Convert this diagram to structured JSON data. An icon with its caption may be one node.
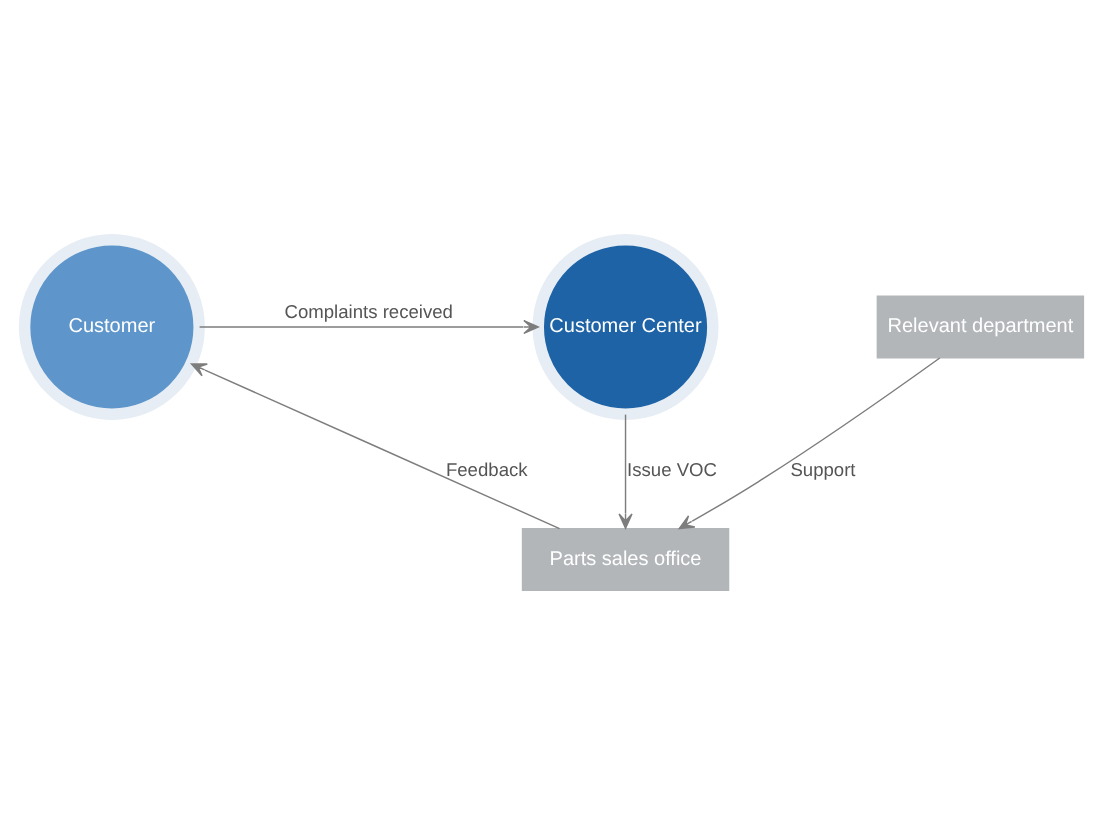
{
  "diagram": {
    "nodes": [
      {
        "text": [
          "Customer"
        ]
      },
      {
        "text": [
          "Customer Center"
        ]
      },
      {
        "text": [
          "Parts sales office"
        ]
      },
      {
        "text": [
          "Relevant department"
        ]
      }
    ],
    "edges": [
      {
        "from": 0,
        "to": 1,
        "arrow": "to",
        "label": "Complaints received"
      },
      {
        "from": 1,
        "to": 2,
        "arrow": "to",
        "label": "Issue VOC"
      },
      {
        "from": 2,
        "to": 0,
        "arrow": "to",
        "label": "Feedback"
      },
      {
        "from": 3,
        "to": 2,
        "arrow": "to",
        "label": "Support"
      }
    ]
  }
}
